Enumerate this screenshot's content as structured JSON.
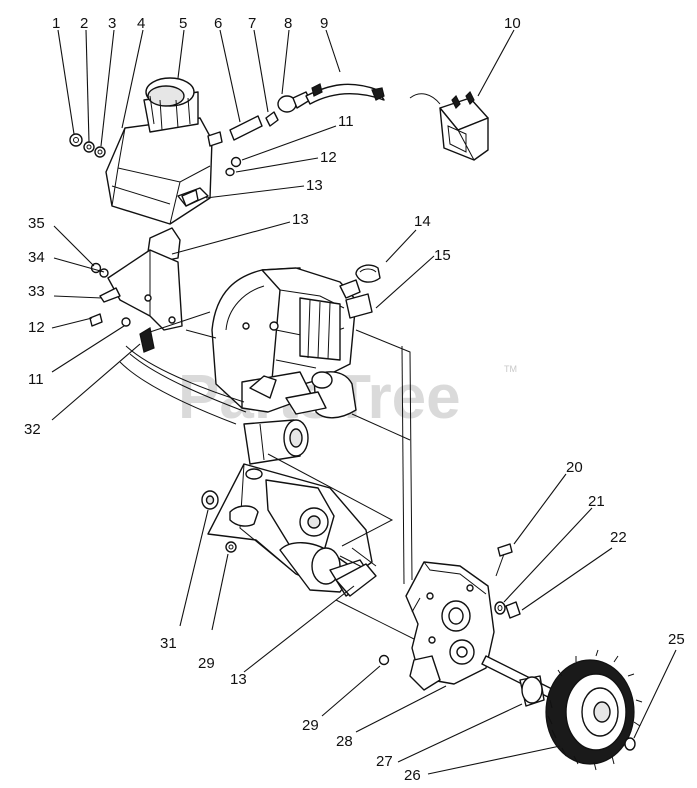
{
  "watermark": {
    "text": "PartsTree",
    "mark": "TM"
  },
  "labels": {
    "l1": "1",
    "l2": "2",
    "l3": "3",
    "l4": "4",
    "l5": "5",
    "l6": "6",
    "l7": "7",
    "l8": "8",
    "l9": "9",
    "l10": "10",
    "l11a": "11",
    "l12a": "12",
    "l13a": "13",
    "l13b": "13",
    "l14": "14",
    "l15": "15",
    "l35": "35",
    "l34": "34",
    "l33": "33",
    "l12b": "12",
    "l11b": "11",
    "l32": "32",
    "l20": "20",
    "l21": "21",
    "l22": "22",
    "l25": "25",
    "l31": "31",
    "l29a": "29",
    "l13c": "13",
    "l29b": "29",
    "l28": "28",
    "l27": "27",
    "l26": "26"
  }
}
